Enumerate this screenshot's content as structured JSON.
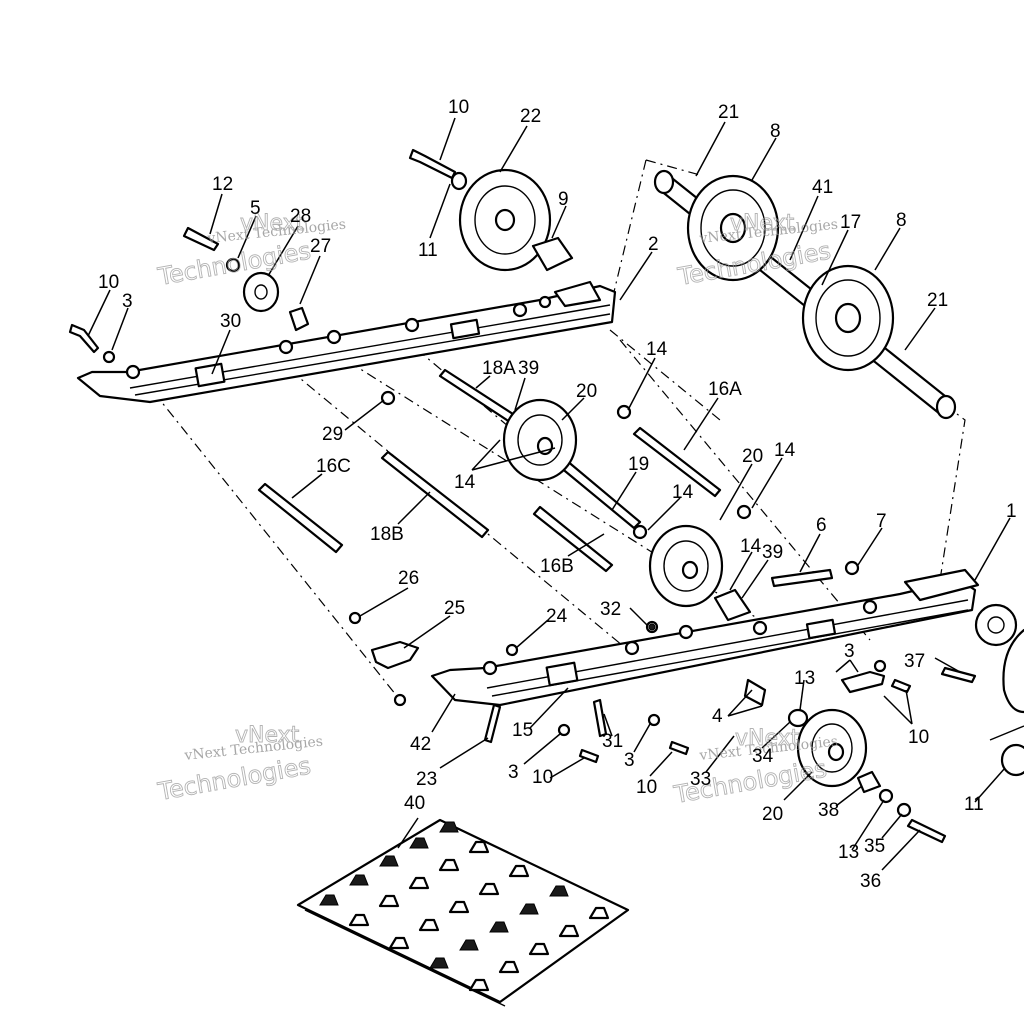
{
  "watermark": {
    "small": "vNext Technologies",
    "large": [
      "vNext",
      "Technologies"
    ]
  },
  "callouts": [
    {
      "text": "10"
    },
    {
      "text": "22"
    },
    {
      "text": "21"
    },
    {
      "text": "8"
    },
    {
      "text": "41"
    },
    {
      "text": "17"
    },
    {
      "text": "8"
    },
    {
      "text": "21"
    },
    {
      "text": "12"
    },
    {
      "text": "5"
    },
    {
      "text": "28"
    },
    {
      "text": "27"
    },
    {
      "text": "11"
    },
    {
      "text": "9"
    },
    {
      "text": "2"
    },
    {
      "text": "10"
    },
    {
      "text": "3"
    },
    {
      "text": "30"
    },
    {
      "text": "18A"
    },
    {
      "text": "39"
    },
    {
      "text": "20"
    },
    {
      "text": "14"
    },
    {
      "text": "16A"
    },
    {
      "text": "29"
    },
    {
      "text": "14"
    },
    {
      "text": "19"
    },
    {
      "text": "20"
    },
    {
      "text": "14"
    },
    {
      "text": "16C"
    },
    {
      "text": "18B"
    },
    {
      "text": "14"
    },
    {
      "text": "14"
    },
    {
      "text": "39"
    },
    {
      "text": "16B"
    },
    {
      "text": "6"
    },
    {
      "text": "7"
    },
    {
      "text": "1"
    },
    {
      "text": "26"
    },
    {
      "text": "25"
    },
    {
      "text": "24"
    },
    {
      "text": "32"
    },
    {
      "text": "3"
    },
    {
      "text": "37"
    },
    {
      "text": "13"
    },
    {
      "text": "42"
    },
    {
      "text": "15"
    },
    {
      "text": "31"
    },
    {
      "text": "4"
    },
    {
      "text": "10"
    },
    {
      "text": "23"
    },
    {
      "text": "3"
    },
    {
      "text": "10"
    },
    {
      "text": "3"
    },
    {
      "text": "10"
    },
    {
      "text": "34"
    },
    {
      "text": "33"
    },
    {
      "text": "20"
    },
    {
      "text": "38"
    },
    {
      "text": "11"
    },
    {
      "text": "13"
    },
    {
      "text": "35"
    },
    {
      "text": "36"
    },
    {
      "text": "40"
    }
  ]
}
